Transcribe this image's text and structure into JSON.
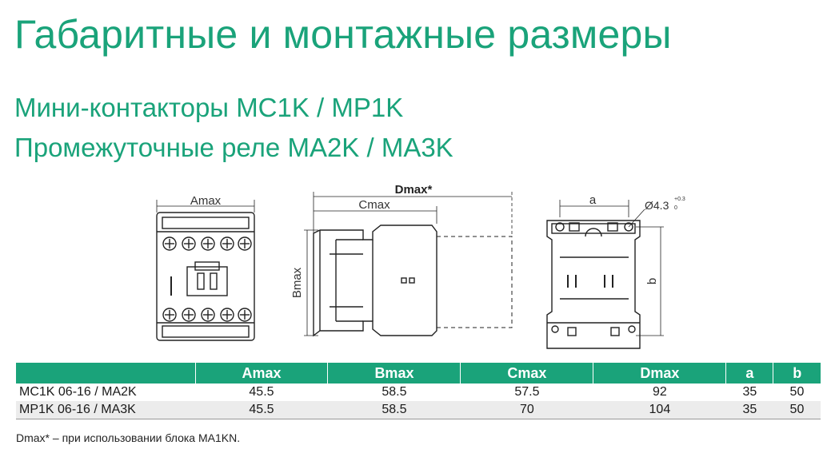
{
  "header": {
    "title": "Габаритные и монтажные размеры",
    "subtitle_line1": "Мини-контакторы MC1K / MP1K",
    "subtitle_line2": "Промежуточные реле MA2K / MA3K"
  },
  "drawing": {
    "label_amax": "Amax",
    "label_bmax": "Bmax",
    "label_cmax": "Cmax",
    "label_dmax": "Dmax*",
    "label_a": "a",
    "label_b": "b",
    "label_hole": "Ø4.3",
    "label_hole_tol_upper": "+0.3",
    "label_hole_tol_lower": "0"
  },
  "table": {
    "columns": [
      "",
      "Amax",
      "Bmax",
      "Cmax",
      "Dmax",
      "a",
      "b"
    ],
    "rows": [
      {
        "model": "MC1K 06-16 / MA2K",
        "amax": "45.5",
        "bmax": "58.5",
        "cmax": "57.5",
        "dmax": "92",
        "a": "35",
        "b": "50"
      },
      {
        "model": "MP1K 06-16 / MA3K",
        "amax": "45.5",
        "bmax": "58.5",
        "cmax": "70",
        "dmax": "104",
        "a": "35",
        "b": "50"
      }
    ]
  },
  "footnote": "Dmax* – при использовании блока MA1KN.",
  "colors": {
    "brand_green": "#1aa37a",
    "row_alt": "#ececec"
  }
}
